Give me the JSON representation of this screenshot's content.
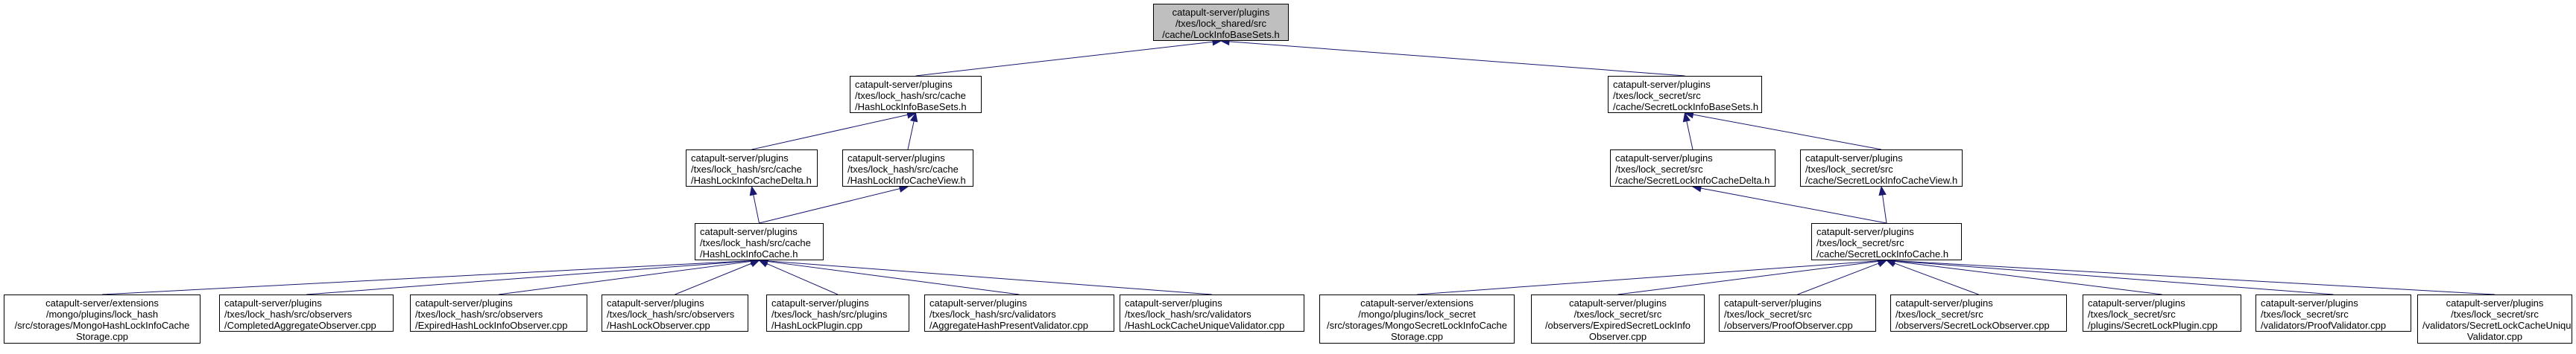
{
  "nodes": [
    {
      "id": "root",
      "lines": [
        "catapult-server/plugins",
        "/txes/lock_shared/src",
        "/cache/LockInfoBaseSets.h"
      ],
      "highlighted": true
    },
    {
      "id": "hash-base-sets",
      "lines": [
        "catapult-server/plugins",
        "/txes/lock_hash/src/cache",
        "/HashLockInfoBaseSets.h"
      ]
    },
    {
      "id": "secret-base-sets",
      "lines": [
        "catapult-server/plugins",
        "/txes/lock_secret/src",
        "/cache/SecretLockInfoBaseSets.h"
      ]
    },
    {
      "id": "hash-cache-delta",
      "lines": [
        "catapult-server/plugins",
        "/txes/lock_hash/src/cache",
        "/HashLockInfoCacheDelta.h"
      ]
    },
    {
      "id": "hash-cache-view",
      "lines": [
        "catapult-server/plugins",
        "/txes/lock_hash/src/cache",
        "/HashLockInfoCacheView.h"
      ]
    },
    {
      "id": "secret-cache-delta",
      "lines": [
        "catapult-server/plugins",
        "/txes/lock_secret/src",
        "/cache/SecretLockInfoCacheDelta.h"
      ]
    },
    {
      "id": "secret-cache-view",
      "lines": [
        "catapult-server/plugins",
        "/txes/lock_secret/src",
        "/cache/SecretLockInfoCacheView.h"
      ]
    },
    {
      "id": "hash-cache",
      "lines": [
        "catapult-server/plugins",
        "/txes/lock_hash/src/cache",
        "/HashLockInfoCache.h"
      ]
    },
    {
      "id": "secret-cache",
      "lines": [
        "catapult-server/plugins",
        "/txes/lock_secret/src",
        "/cache/SecretLockInfoCache.h"
      ]
    },
    {
      "id": "mongo-hash",
      "lines": [
        "catapult-server/extensions",
        "/mongo/plugins/lock_hash",
        "/src/storages/MongoHashLockInfoCache",
        "Storage.cpp"
      ]
    },
    {
      "id": "completed-aggregate",
      "lines": [
        "catapult-server/plugins",
        "/txes/lock_hash/src/observers",
        "/CompletedAggregateObserver.cpp"
      ]
    },
    {
      "id": "expired-hash",
      "lines": [
        "catapult-server/plugins",
        "/txes/lock_hash/src/observers",
        "/ExpiredHashLockInfoObserver.cpp"
      ]
    },
    {
      "id": "hash-lock-observer",
      "lines": [
        "catapult-server/plugins",
        "/txes/lock_hash/src/observers",
        "/HashLockObserver.cpp"
      ]
    },
    {
      "id": "hash-lock-plugin",
      "lines": [
        "catapult-server/plugins",
        "/txes/lock_hash/src/plugins",
        "/HashLockPlugin.cpp"
      ]
    },
    {
      "id": "aggregate-hash-present",
      "lines": [
        "catapult-server/plugins",
        "/txes/lock_hash/src/validators",
        "/AggregateHashPresentValidator.cpp"
      ]
    },
    {
      "id": "hash-cache-unique",
      "lines": [
        "catapult-server/plugins",
        "/txes/lock_hash/src/validators",
        "/HashLockCacheUniqueValidator.cpp"
      ]
    },
    {
      "id": "mongo-secret",
      "lines": [
        "catapult-server/extensions",
        "/mongo/plugins/lock_secret",
        "/src/storages/MongoSecretLockInfoCache",
        "Storage.cpp"
      ]
    },
    {
      "id": "expired-secret",
      "lines": [
        "catapult-server/plugins",
        "/txes/lock_secret/src",
        "/observers/ExpiredSecretLockInfo",
        "Observer.cpp"
      ]
    },
    {
      "id": "proof-observer",
      "lines": [
        "catapult-server/plugins",
        "/txes/lock_secret/src",
        "/observers/ProofObserver.cpp"
      ]
    },
    {
      "id": "secret-lock-observer",
      "lines": [
        "catapult-server/plugins",
        "/txes/lock_secret/src",
        "/observers/SecretLockObserver.cpp"
      ]
    },
    {
      "id": "secret-lock-plugin",
      "lines": [
        "catapult-server/plugins",
        "/txes/lock_secret/src",
        "/plugins/SecretLockPlugin.cpp"
      ]
    },
    {
      "id": "proof-validator",
      "lines": [
        "catapult-server/plugins",
        "/txes/lock_secret/src",
        "/validators/ProofValidator.cpp"
      ]
    },
    {
      "id": "secret-cache-unique",
      "lines": [
        "catapult-server/plugins",
        "/txes/lock_secret/src",
        "/validators/SecretLockCacheUnique",
        "Validator.cpp"
      ]
    }
  ],
  "edges": [
    {
      "from": "hash-base-sets",
      "to": "root"
    },
    {
      "from": "secret-base-sets",
      "to": "root"
    },
    {
      "from": "hash-cache-delta",
      "to": "hash-base-sets"
    },
    {
      "from": "hash-cache-view",
      "to": "hash-base-sets"
    },
    {
      "from": "secret-cache-delta",
      "to": "secret-base-sets"
    },
    {
      "from": "secret-cache-view",
      "to": "secret-base-sets"
    },
    {
      "from": "hash-cache",
      "to": "hash-cache-delta"
    },
    {
      "from": "hash-cache",
      "to": "hash-cache-view"
    },
    {
      "from": "secret-cache",
      "to": "secret-cache-delta"
    },
    {
      "from": "secret-cache",
      "to": "secret-cache-view"
    },
    {
      "from": "mongo-hash",
      "to": "hash-cache"
    },
    {
      "from": "completed-aggregate",
      "to": "hash-cache"
    },
    {
      "from": "expired-hash",
      "to": "hash-cache"
    },
    {
      "from": "hash-lock-observer",
      "to": "hash-cache"
    },
    {
      "from": "hash-lock-plugin",
      "to": "hash-cache"
    },
    {
      "from": "aggregate-hash-present",
      "to": "hash-cache"
    },
    {
      "from": "hash-cache-unique",
      "to": "hash-cache"
    },
    {
      "from": "mongo-secret",
      "to": "secret-cache"
    },
    {
      "from": "expired-secret",
      "to": "secret-cache"
    },
    {
      "from": "proof-observer",
      "to": "secret-cache"
    },
    {
      "from": "secret-lock-observer",
      "to": "secret-cache"
    },
    {
      "from": "secret-lock-plugin",
      "to": "secret-cache"
    },
    {
      "from": "proof-validator",
      "to": "secret-cache"
    },
    {
      "from": "secret-cache-unique",
      "to": "secret-cache"
    }
  ],
  "colors": {
    "edge": "#191970",
    "border": "#000000",
    "highlight_fill": "#bfbfbf",
    "node_fill": "#ffffff"
  }
}
